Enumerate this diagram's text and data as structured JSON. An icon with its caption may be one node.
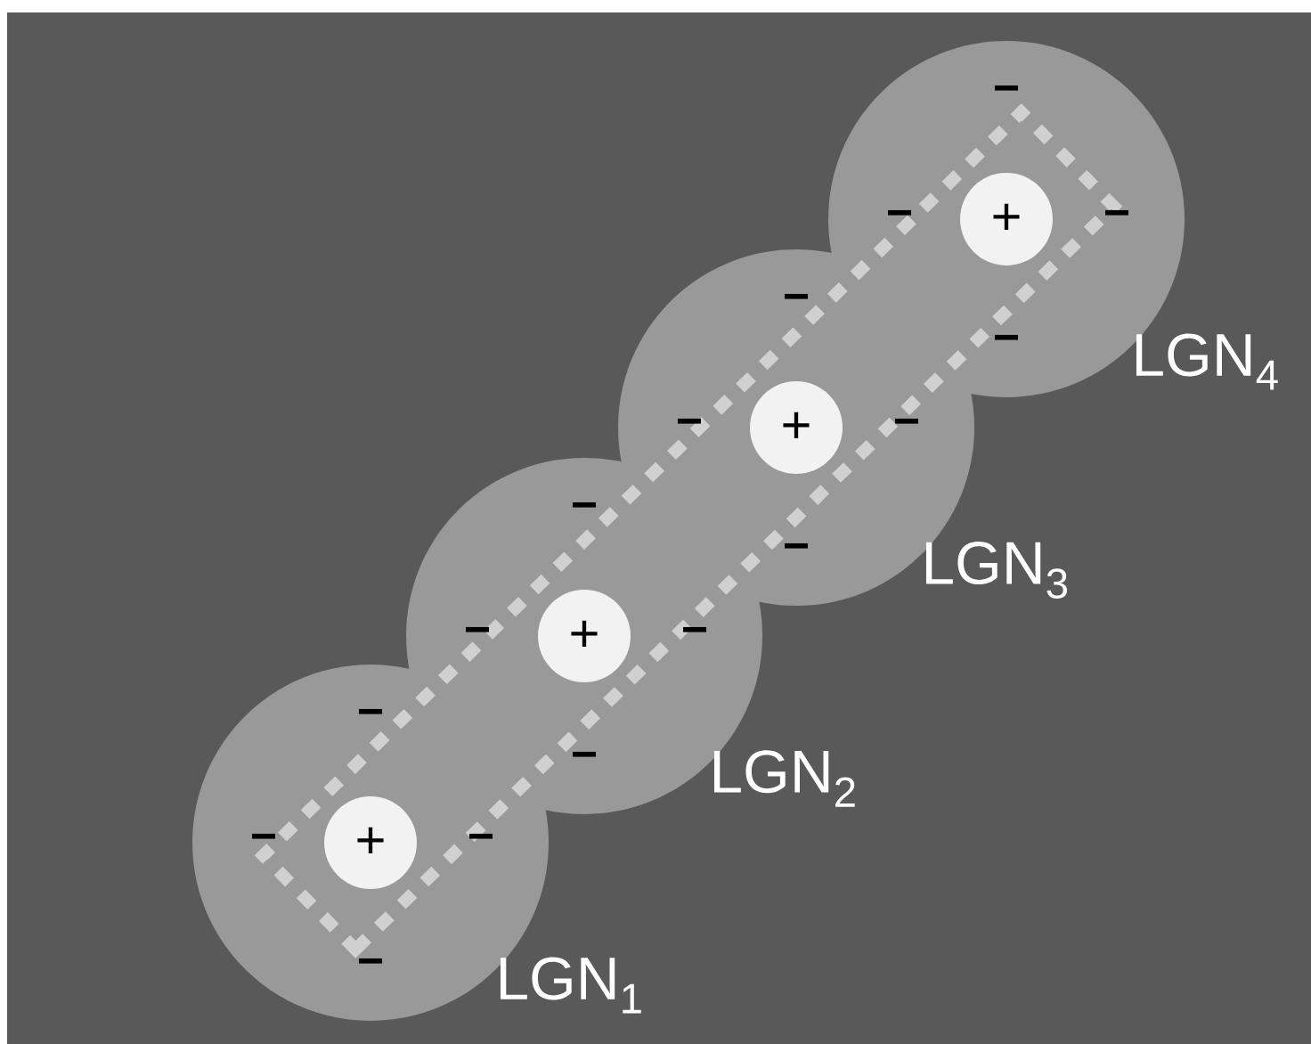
{
  "diagram": {
    "nodes": [
      {
        "text": [],
        "shape": "circle",
        "beside": [
          "LGN$_{1}$"
        ]
      },
      {
        "text": [
          "+"
        ],
        "in": 0
      },
      {
        "text": [],
        "shape": "circle",
        "beside": [
          "LGN$_{2}$"
        ]
      },
      {
        "text": [
          "+"
        ],
        "in": 2
      },
      {
        "text": [],
        "shape": "circle",
        "beside": [
          "LGN$_{3}$"
        ]
      },
      {
        "text": [
          "+"
        ],
        "in": 4
      },
      {
        "text": [],
        "shape": "circle",
        "beside": [
          "LGN$_{4}$"
        ]
      },
      {
        "text": [
          "+"
        ],
        "in": 6
      }
    ],
    "labels": [
      "−",
      "−",
      "−",
      "−",
      "−",
      "−",
      "−",
      "−",
      "−",
      "−",
      "−",
      "−",
      "−",
      "−",
      "−",
      "−"
    ]
  }
}
